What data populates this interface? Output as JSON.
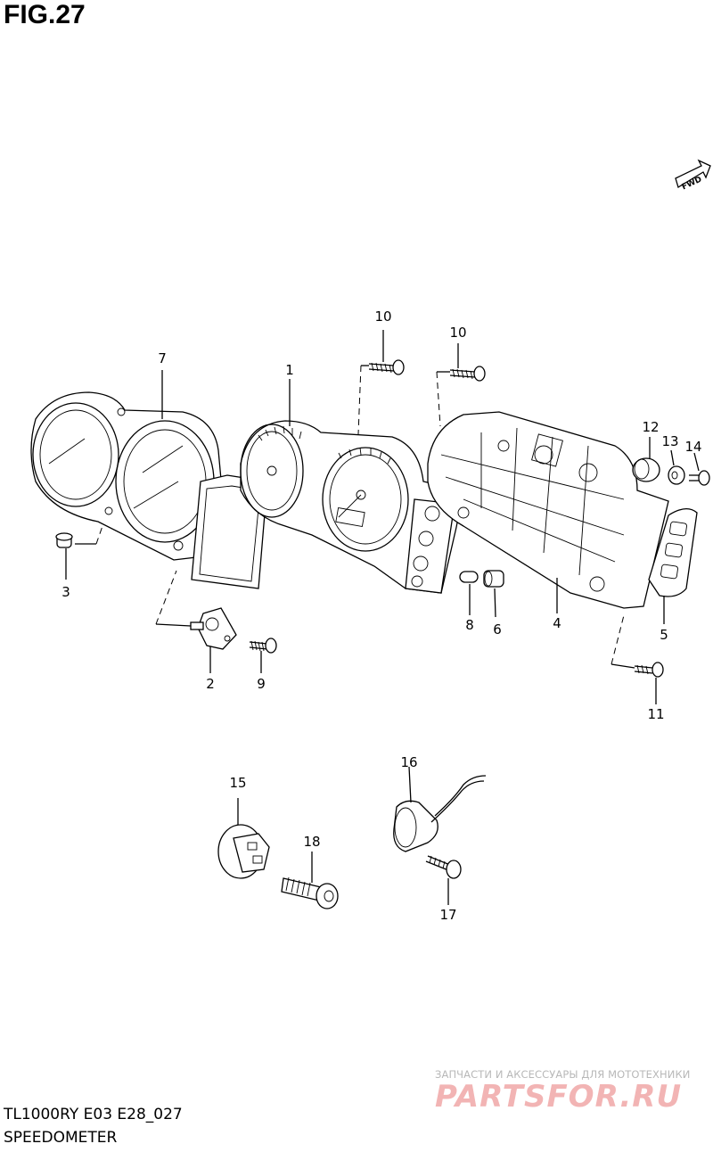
{
  "figure": {
    "title": "FIG.27",
    "model_code": "TL1000RY E03 E28_027",
    "section_name": "SPEEDOMETER",
    "direction_badge": "FWD"
  },
  "callouts": [
    "1",
    "2",
    "3",
    "4",
    "5",
    "6",
    "7",
    "8",
    "9",
    "10",
    "10",
    "11",
    "12",
    "13",
    "14",
    "15",
    "16",
    "17",
    "18"
  ],
  "watermark": {
    "tagline": "ЗАПЧАСТИ И АКСЕССУАРЫ ДЛЯ МОТОТЕХНИКИ",
    "logo": "PARTSFOR.RU",
    "color": "#f2b4b4"
  }
}
